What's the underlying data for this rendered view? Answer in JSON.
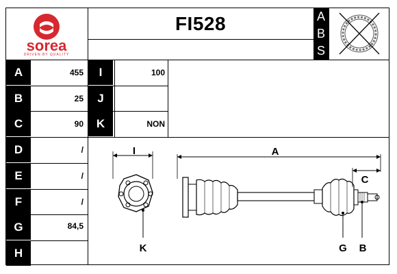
{
  "brand": {
    "name": "sorea",
    "tagline": "DRIVEN BY QUALITY",
    "color": "#d7282f"
  },
  "title": "FI528",
  "abs": {
    "letters": [
      "A",
      "B",
      "S"
    ]
  },
  "left_rows": [
    {
      "label": "A",
      "value": "455"
    },
    {
      "label": "B",
      "value": "25"
    },
    {
      "label": "C",
      "value": "90"
    },
    {
      "label": "D",
      "value": "/"
    },
    {
      "label": "E",
      "value": "/"
    },
    {
      "label": "F",
      "value": "/"
    },
    {
      "label": "G",
      "value": "84,5"
    },
    {
      "label": "H",
      "value": ""
    }
  ],
  "mid_rows": [
    {
      "label": "I",
      "value": "100"
    },
    {
      "label": "J",
      "value": ""
    },
    {
      "label": "K",
      "value": "NON"
    }
  ],
  "diagram_labels": {
    "I": "I",
    "A": "A",
    "C": "C",
    "K": "K",
    "G": "G",
    "B": "B"
  }
}
